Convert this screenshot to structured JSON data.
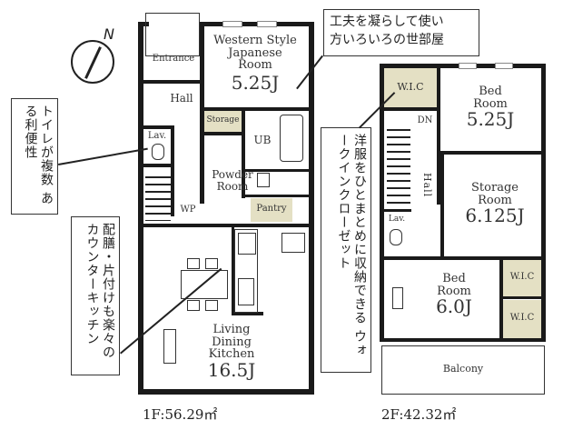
{
  "compass": {
    "label": "N"
  },
  "callouts": {
    "top": {
      "line1": "工夫を凝らして使い",
      "line2": "方いろいろの世部屋"
    },
    "left_toilet": {
      "line1": "トイレが複数",
      "line2": "ある利便性"
    },
    "left_kitchen": {
      "line1": "配膳・片付けも楽々の",
      "line2": "カウンターキッチン"
    },
    "middle_wic": {
      "line1": "洋服をひとまとめに収納できる",
      "line2": "ウォークインクローゼット"
    }
  },
  "floor1": {
    "area_label": "1F:56.29㎡",
    "rooms": {
      "japanese": {
        "name_line1": "Western Style",
        "name_line2": "Japanese",
        "name_line3": "Room",
        "size": "5.25J"
      },
      "entrance": {
        "name": "Entrance"
      },
      "hall": {
        "name": "Hall"
      },
      "lav": {
        "name": "Lav."
      },
      "storage": {
        "name": "Storage"
      },
      "ub": {
        "name": "UB"
      },
      "powder": {
        "name_line1": "Powder",
        "name_line2": "Room"
      },
      "pantry": {
        "name": "Pantry"
      },
      "wp": {
        "name": "WP"
      },
      "ldk": {
        "name_line1": "Living",
        "name_line2": "Dining",
        "name_line3": "Kitchen",
        "size": "16.5J"
      }
    }
  },
  "floor2": {
    "area_label": "2F:42.32㎡",
    "rooms": {
      "wic_top": {
        "name": "W.I.C"
      },
      "bed1": {
        "name_line1": "Bed",
        "name_line2": "Room",
        "size": "5.25J"
      },
      "dn": {
        "name": "DN"
      },
      "hall": {
        "name": "Hall"
      },
      "storage_room": {
        "name_line1": "Storage",
        "name_line2": "Room",
        "size": "6.125J"
      },
      "lav": {
        "name": "Lav."
      },
      "bed2": {
        "name_line1": "Bed",
        "name_line2": "Room",
        "size": "6.0J"
      },
      "wic_r1": {
        "name": "W.I.C"
      },
      "wic_r2": {
        "name": "W.I.C"
      },
      "balcony": {
        "name": "Balcony"
      }
    }
  },
  "colors": {
    "wall": "#1a1a1a",
    "closet_fill": "#e4e0c4",
    "background": "#ffffff"
  }
}
